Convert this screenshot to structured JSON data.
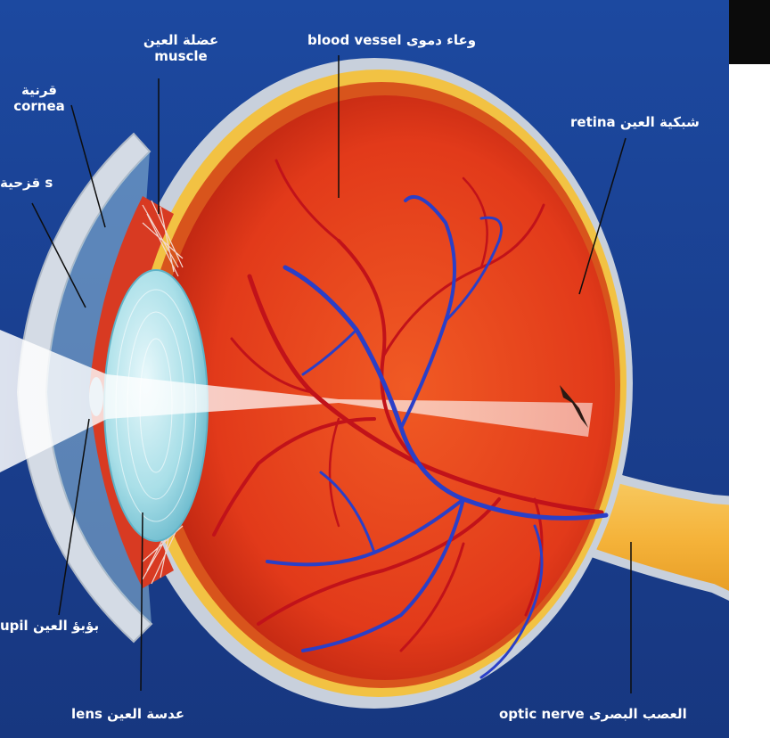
{
  "labels": {
    "muscle": {
      "ar": "عضلة العين",
      "en": "muscle"
    },
    "blood_vessel": {
      "en": "blood vessel",
      "ar": "وعاء دموى"
    },
    "cornea": {
      "ar": "قرنية",
      "en": "cornea"
    },
    "iris": {
      "ar": "قزحية",
      "en": "s"
    },
    "retina": {
      "en": "retina",
      "ar": "شبكية العين"
    },
    "pupil": {
      "en": "upil",
      "ar": "بؤبؤ العين"
    },
    "lens": {
      "en": "lens",
      "ar": "عدسة العين"
    },
    "optic_nerve": {
      "en": "optic nerve",
      "ar": "العصب البصرى"
    }
  },
  "colors": {
    "background": "#1a3f8f",
    "sclera": "#c8d0dc",
    "choroid": "#f2c243",
    "interior": "#e8421e",
    "vessel_red": "#c1121a",
    "vessel_blue": "#2a3fc8",
    "lens": "#a9dfe8",
    "optic_nerve": "#f5b33a"
  }
}
